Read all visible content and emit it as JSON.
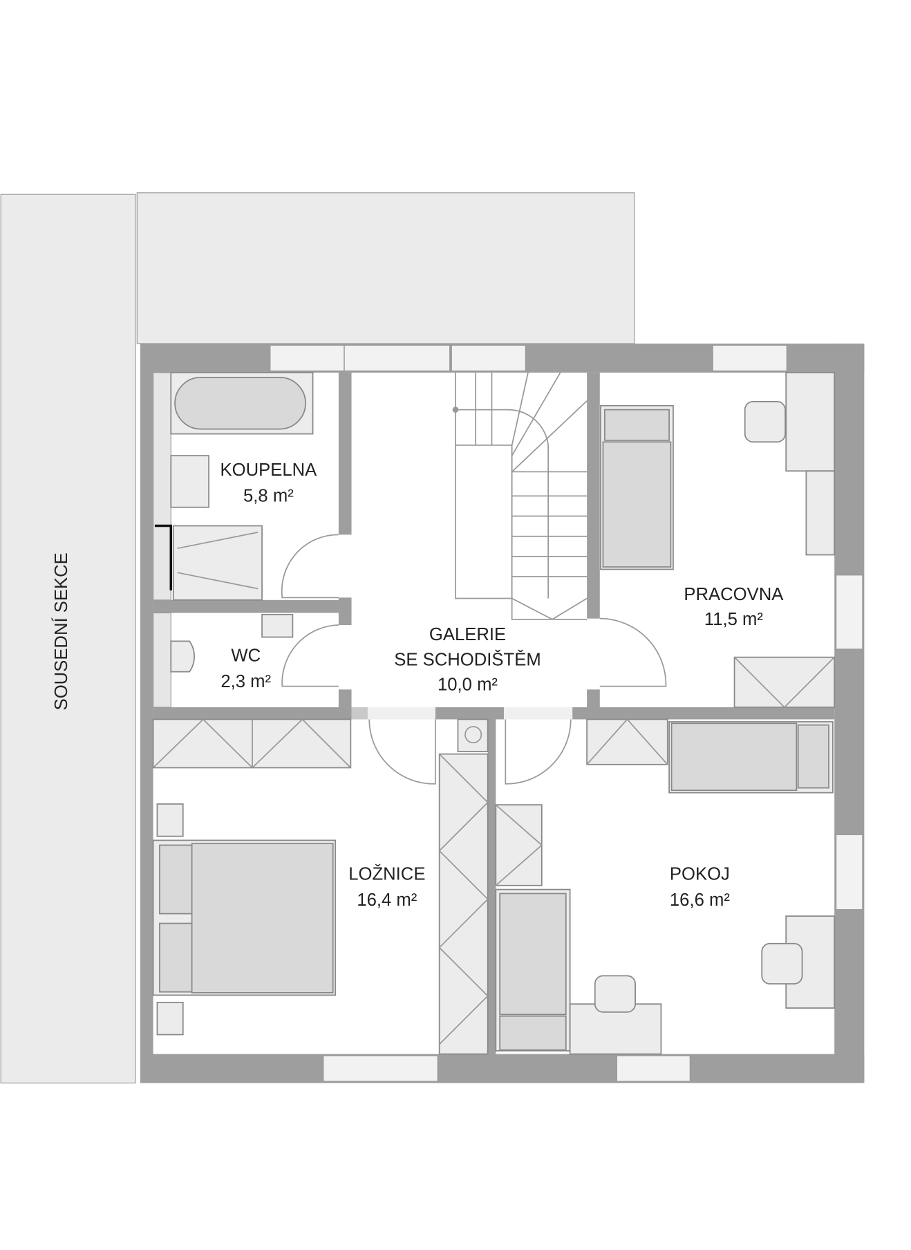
{
  "plan": {
    "neighbor_label": "SOUSEDNÍ SEKCE",
    "colors": {
      "wall": "#9e9e9e",
      "terrace": "#ebebeb",
      "furniture": "#d9d9d9"
    },
    "rooms": [
      {
        "name": "KOUPELNA",
        "area": "5,8 m²"
      },
      {
        "name": "WC",
        "area": "2,3 m²"
      },
      {
        "name": "GALERIE",
        "name2": "SE SCHODIŠTĚM",
        "area": "10,0 m²"
      },
      {
        "name": "PRACOVNA",
        "area": "11,5 m²"
      },
      {
        "name": "LOŽNICE",
        "area": "16,4 m²"
      },
      {
        "name": "POKOJ",
        "area": "16,6 m²"
      }
    ]
  }
}
